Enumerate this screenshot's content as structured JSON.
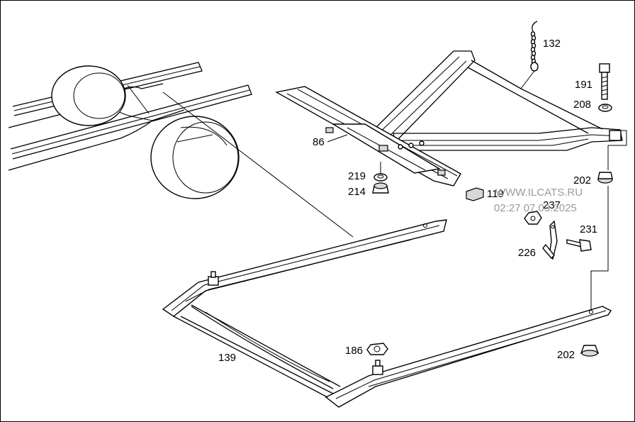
{
  "labels": {
    "l132": "132",
    "l191": "191",
    "l208": "208",
    "l86": "86",
    "l202a": "202",
    "l219": "219",
    "l214": "214",
    "l119": "119",
    "l237": "237",
    "l231": "231",
    "l226": "226",
    "l186": "186",
    "l139": "139",
    "l202b": "202"
  },
  "watermark": {
    "site": "WWW.ILCATS.RU",
    "timestamp": "02:27 07.03.2025"
  }
}
